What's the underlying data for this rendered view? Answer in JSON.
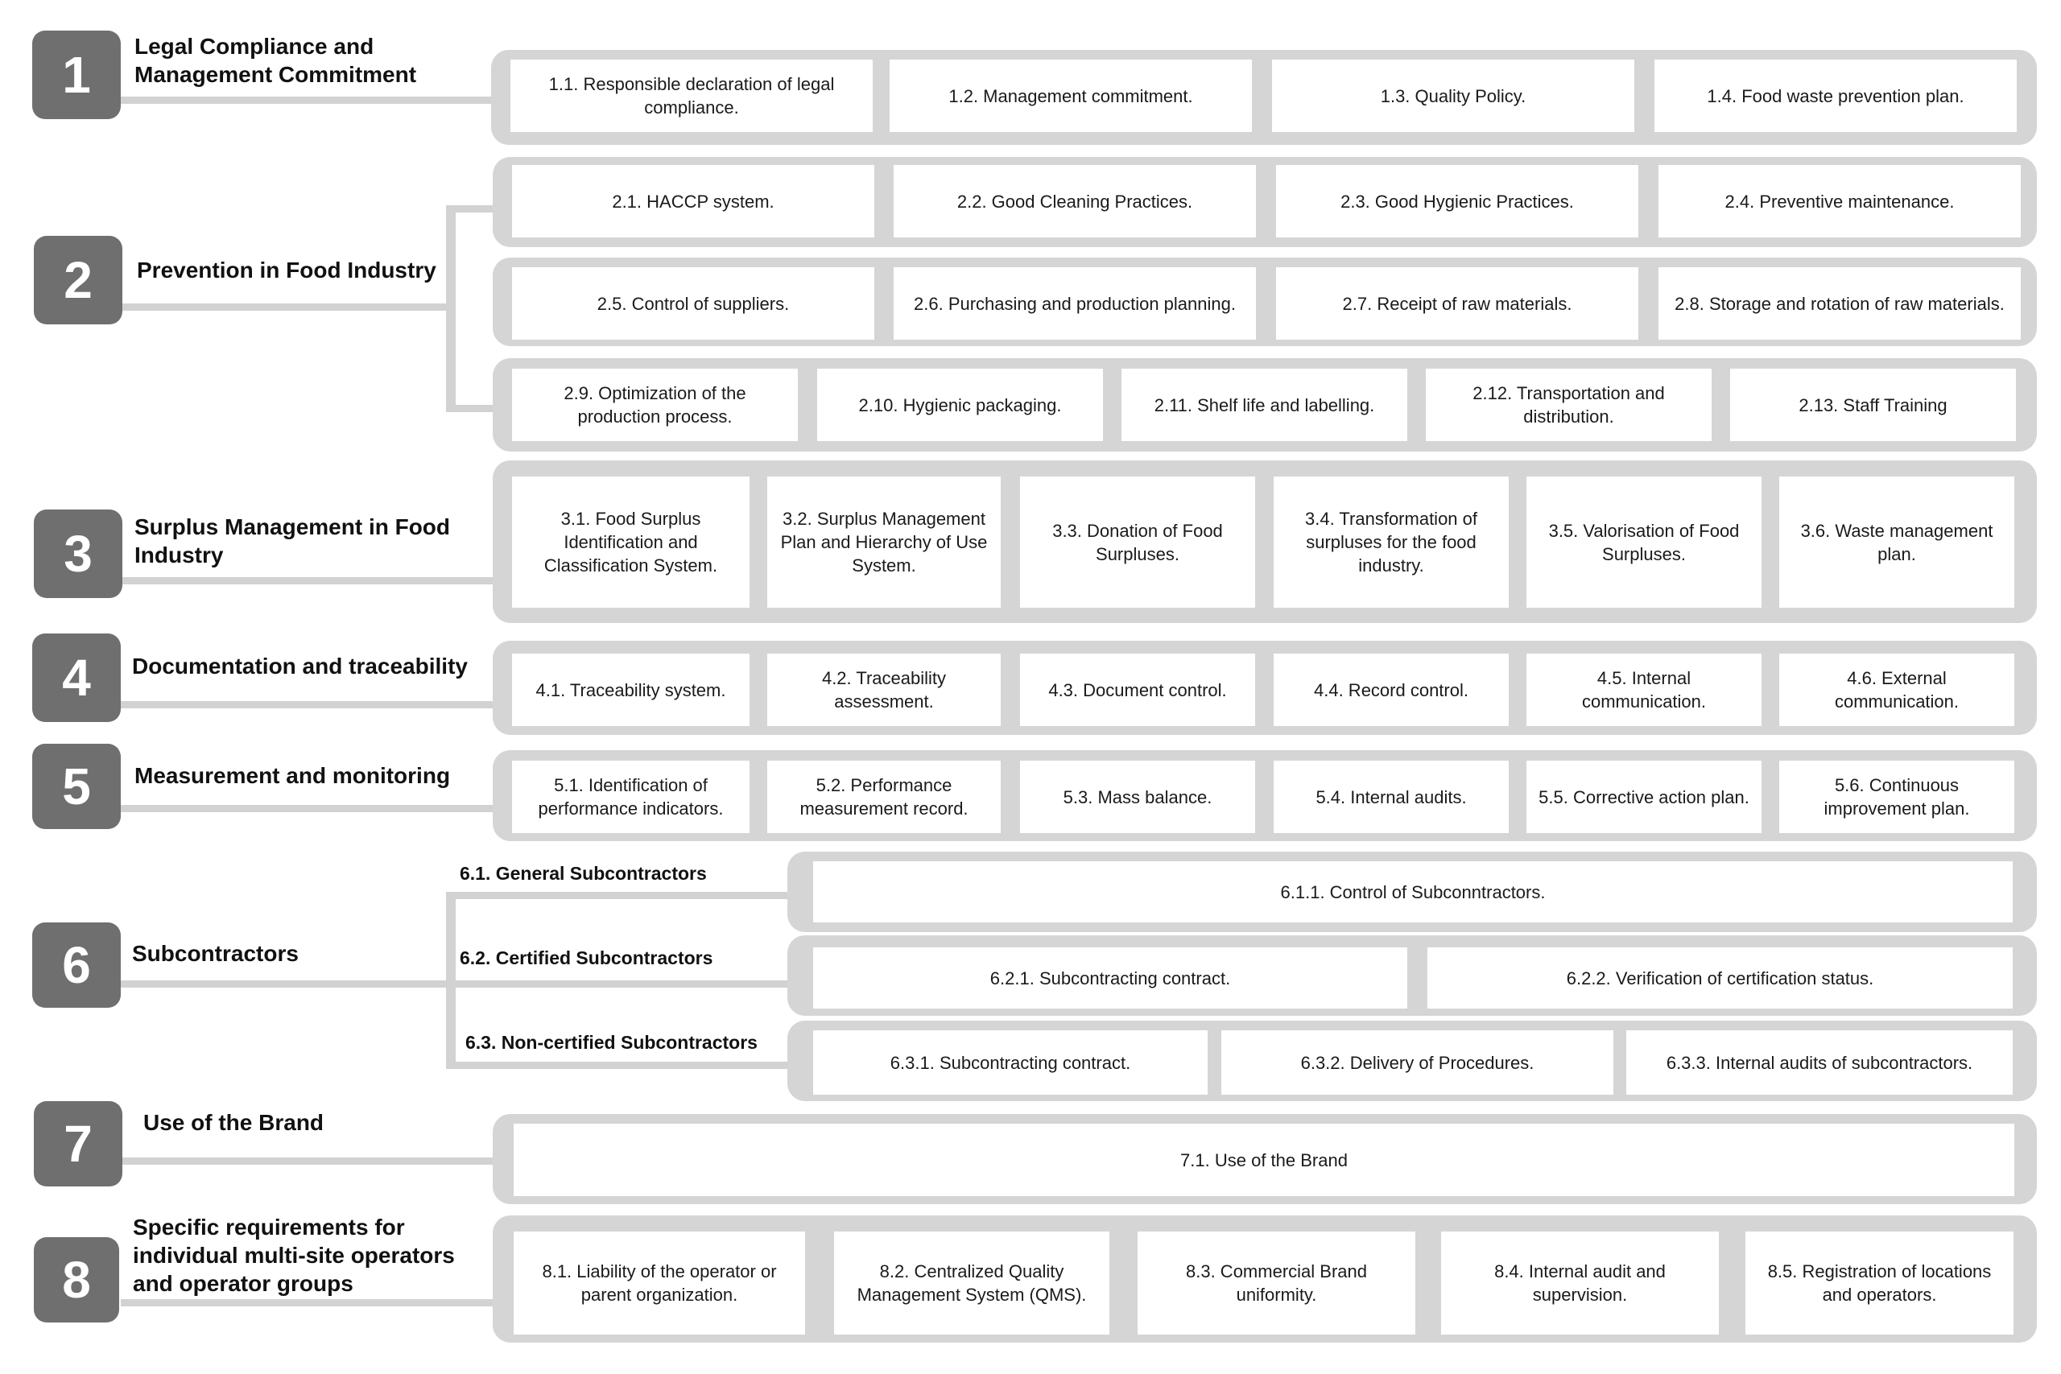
{
  "sections": [
    {
      "number": "1",
      "title": "Legal Compliance and Management Commitment",
      "rows": [
        [
          "1.1. Responsible declaration of legal compliance.",
          "1.2. Management commitment.",
          "1.3. Quality Policy.",
          "1.4.   Food waste prevention plan."
        ]
      ]
    },
    {
      "number": "2",
      "title": "Prevention in Food Industry",
      "rows": [
        [
          "2.1. HACCP system.",
          "2.2. Good Cleaning Practices.",
          "2.3. Good Hygienic Practices.",
          "2.4. Preventive maintenance."
        ],
        [
          "2.5. Control of suppliers.",
          "2.6. Purchasing and production planning.",
          "2.7. Receipt of raw materials.",
          "2.8. Storage and rotation of raw materials."
        ],
        [
          "2.9. Optimization of the production process.",
          "2.10. Hygienic packaging.",
          "2.11. Shelf life and labelling.",
          "2.12. Transportation and distribution.",
          "2.13. Staff Training"
        ]
      ]
    },
    {
      "number": "3",
      "title": "Surplus Management in Food Industry",
      "rows": [
        [
          "3.1. Food Surplus Identification and Classification System.",
          "3.2. Surplus Management Plan and Hierarchy of Use System.",
          "3.3. Donation of Food Surpluses.",
          "3.4. Transformation of surpluses for the food industry.",
          "3.5. Valorisation of Food Surpluses.",
          "3.6. Waste management plan."
        ]
      ]
    },
    {
      "number": "4",
      "title": "Documentation and traceability",
      "rows": [
        [
          "4.1. Traceability system.",
          "4.2. Traceability assessment.",
          "4.3. Document control.",
          "4.4. Record control.",
          "4.5. Internal communication.",
          "4.6. External communication."
        ]
      ]
    },
    {
      "number": "5",
      "title": "Measurement and monitoring",
      "rows": [
        [
          "5.1. Identification of performance indicators.",
          "5.2. Performance measurement record.",
          "5.3. Mass balance.",
          "5.4. Internal audits.",
          "5.5. Corrective action plan.",
          "5.6. Continuous improvement plan."
        ]
      ]
    },
    {
      "number": "6",
      "title": "Subcontractors",
      "subgroups": [
        "6.1. General Subcontractors",
        "6.2. Certified Subcontractors",
        "6.3. Non-certified Subcontractors"
      ],
      "rows": [
        [
          "6.1.1.   Control of Subconntractors."
        ],
        [
          "6.2.1. Subcontracting contract.",
          "6.2.2. Verification of certification status."
        ],
        [
          "6.3.1. Subcontracting contract.",
          "6.3.2. Delivery of Procedures.",
          "6.3.3. Internal audits of subcontractors."
        ]
      ]
    },
    {
      "number": "7",
      "title": "Use of the Brand",
      "rows": [
        [
          "7.1.   Use of the Brand"
        ]
      ]
    },
    {
      "number": "8",
      "title": "Specific requirements for individual multi-site operators and operator groups",
      "rows": [
        [
          "8.1. Liability of the operator or parent organization.",
          "8.2. Centralized Quality Management System (QMS).",
          "8.3. Commercial Brand uniformity.",
          "8.4. Internal audit and supervision.",
          "8.5. Registration of locations and operators."
        ]
      ]
    }
  ],
  "colors": {
    "number_box": "#6f6f6f",
    "group_bg": "#d5d5d5",
    "connector": "#d2d2d2",
    "box_bg": "#ffffff"
  }
}
